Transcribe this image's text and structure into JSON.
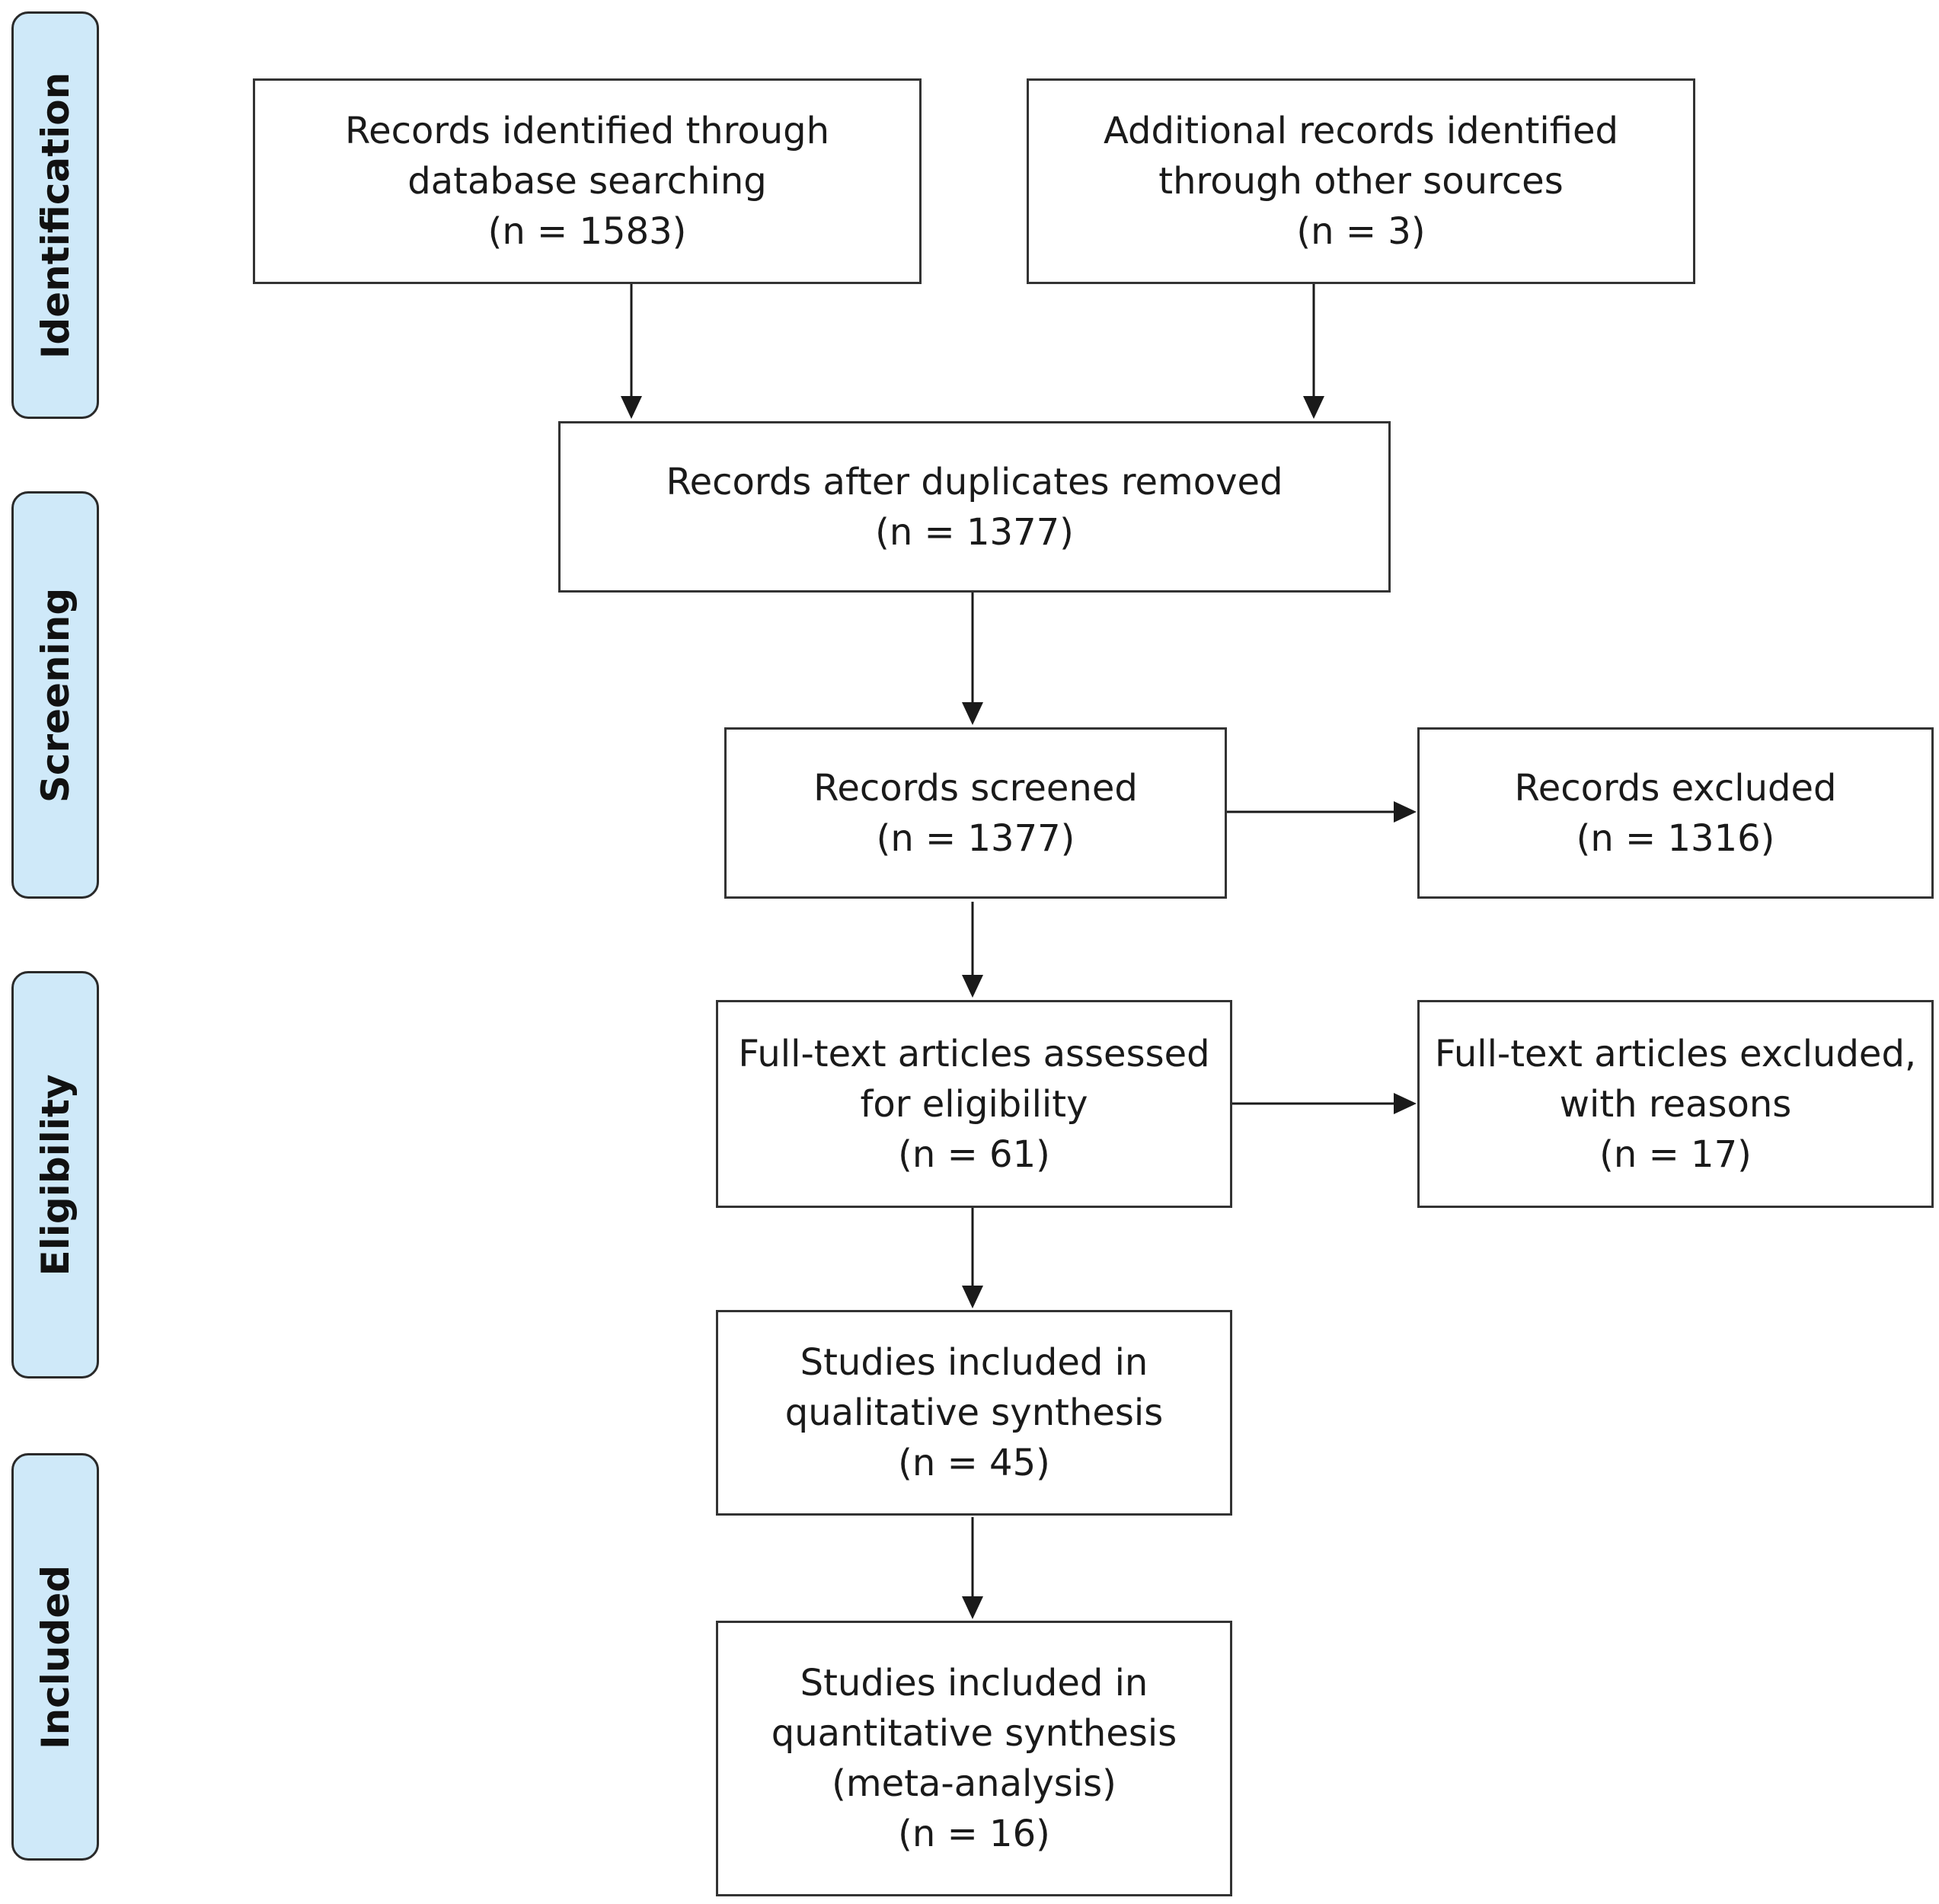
{
  "phases": {
    "identification": "Identification",
    "screening": "Screening",
    "eligibility": "Eligibility",
    "included": "Included"
  },
  "boxes": {
    "database_records": {
      "line1": "Records identified through",
      "line2": "database searching",
      "line3": "(n = 1583)"
    },
    "other_sources": {
      "line1": "Additional records identified",
      "line2": "through other sources",
      "line3": "(n = 3)"
    },
    "after_duplicates": {
      "line1": "Records after duplicates removed",
      "line2": "(n = 1377)"
    },
    "screened": {
      "line1": "Records screened",
      "line2": "(n = 1377)"
    },
    "excluded": {
      "line1": "Records excluded",
      "line2": "(n = 1316)"
    },
    "fulltext_assessed": {
      "line1": "Full-text articles assessed",
      "line2": "for eligibility",
      "line3": "(n = 61)"
    },
    "fulltext_excluded": {
      "line1": "Full-text articles excluded,",
      "line2": "with reasons",
      "line3": "(n = 17)"
    },
    "qualitative": {
      "line1": "Studies included in",
      "line2": "qualitative synthesis",
      "line3": "(n = 45)"
    },
    "quantitative": {
      "line1": "Studies included in",
      "line2": "quantitative synthesis",
      "line3": "(meta-analysis)",
      "line4": "(n = 16)"
    }
  }
}
